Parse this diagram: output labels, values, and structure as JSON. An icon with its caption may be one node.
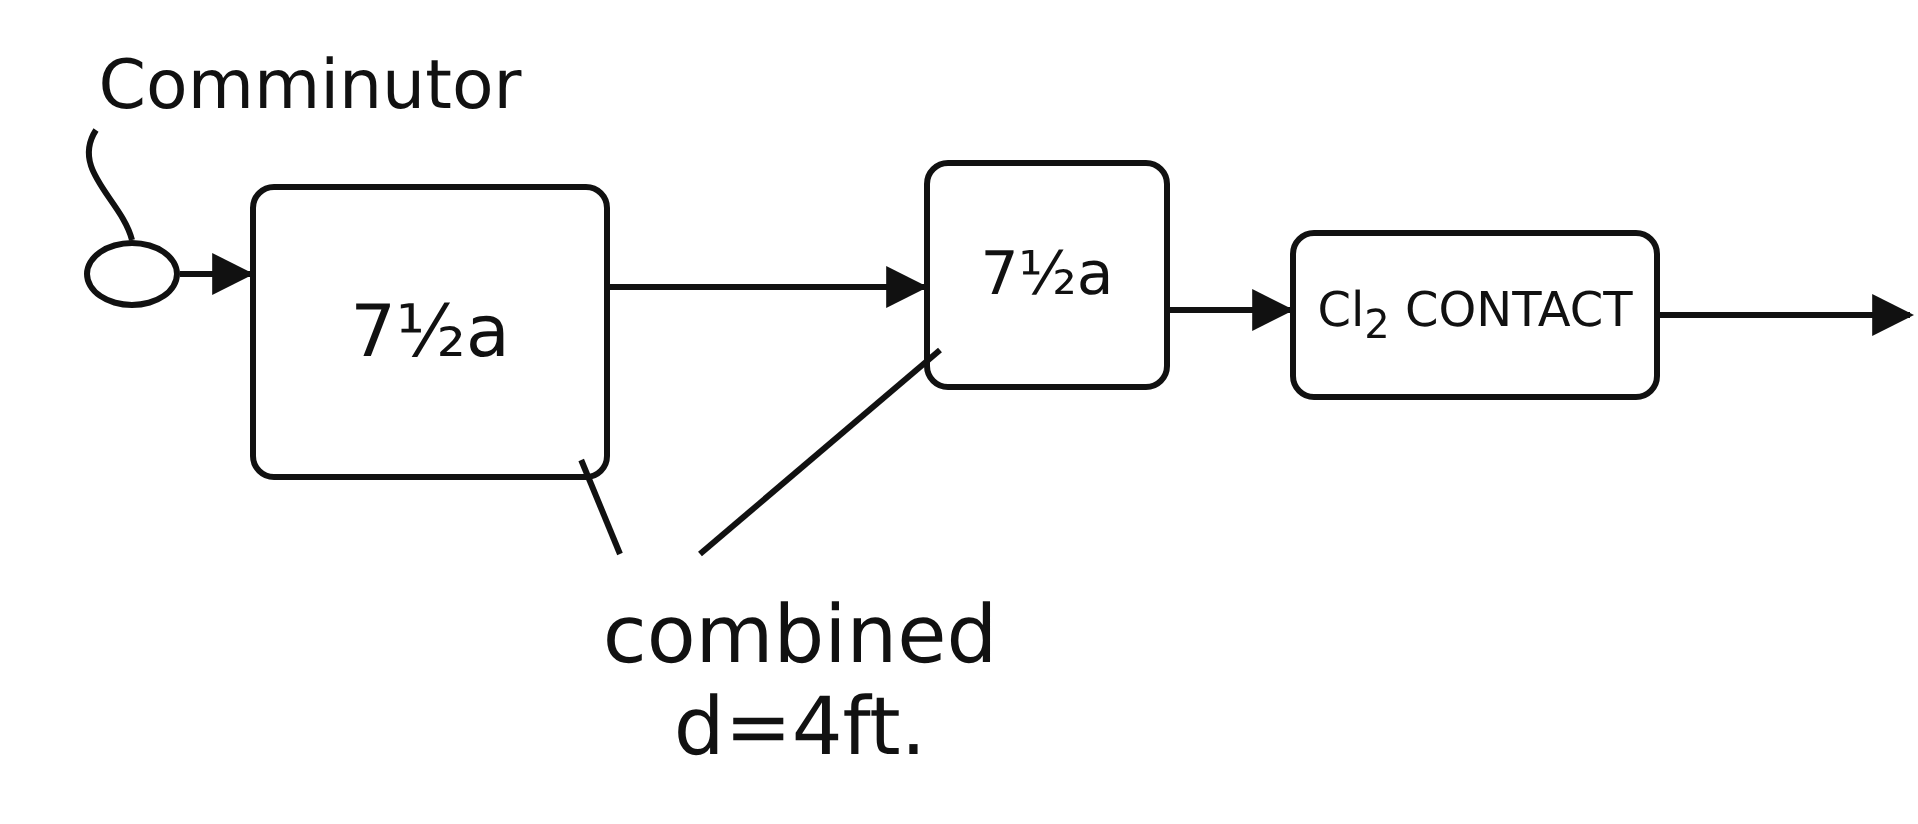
{
  "diagram": {
    "nodes": [
      {
        "text": [
          "Comminutor"
        ]
      },
      {
        "text": [],
        "shape": "circle"
      },
      {
        "text": [
          "7½a"
        ]
      },
      {
        "text": [
          "7½a"
        ]
      },
      {
        "text": [
          "Cl$_{2}$ CONTACT"
        ]
      },
      {
        "text": [
          "combined",
          "d=4ft."
        ]
      }
    ],
    "edges": [
      {
        "from": 0,
        "to": 1,
        "arrow": "none"
      },
      {
        "from": 1,
        "to": 2,
        "arrow": "to"
      },
      {
        "from": 2,
        "to": 3,
        "arrow": "to"
      },
      {
        "from": 3,
        "to": 4,
        "arrow": "to"
      },
      {
        "from": 4,
        "to": null,
        "arrow": "to"
      },
      {
        "from": 5,
        "to": 2,
        "arrow": "none"
      },
      {
        "from": 5,
        "to": 3,
        "arrow": "none"
      }
    ]
  }
}
